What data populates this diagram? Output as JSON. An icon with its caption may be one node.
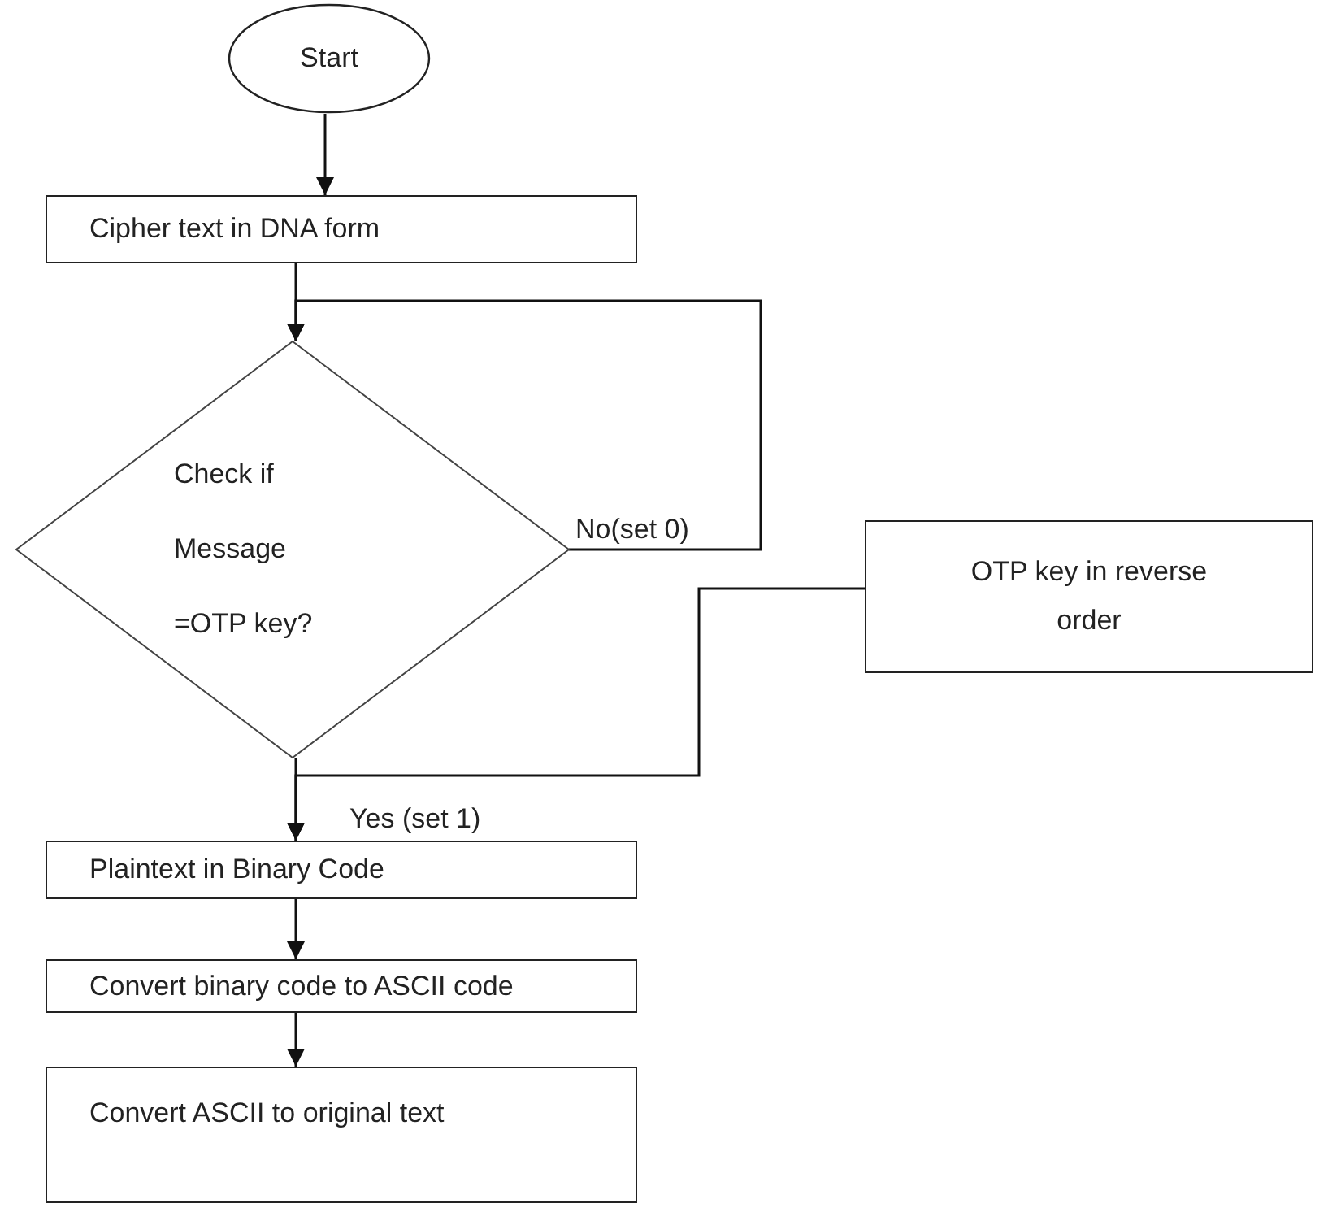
{
  "diagram": {
    "nodes": [
      {
        "text": [
          "Start"
        ]
      },
      {
        "text": [
          "Cipher text in DNA form"
        ]
      },
      {
        "text": [
          "Check if Message =OTP key?"
        ]
      },
      {
        "text": [
          "OTP key in reverse order"
        ]
      },
      {
        "text": [
          "Plaintext in Binary Code"
        ]
      },
      {
        "text": [
          "Convert binary code to ASCII code"
        ]
      },
      {
        "text": [
          "Convert ASCII to original text"
        ]
      }
    ],
    "edges": [
      {
        "from": 0,
        "to": 1,
        "arrow": "to"
      },
      {
        "from": 1,
        "to": 2,
        "arrow": "to"
      },
      {
        "from": 2,
        "to": 2,
        "arrow": "to",
        "label": "No(set 0)"
      },
      {
        "from": 2,
        "to": 4,
        "arrow": "to",
        "label": "Yes (set 1)"
      },
      {
        "from": 3,
        "to": 4,
        "arrow": "to"
      },
      {
        "from": 4,
        "to": 5,
        "arrow": "to"
      },
      {
        "from": 5,
        "to": 6,
        "arrow": "to"
      }
    ]
  }
}
